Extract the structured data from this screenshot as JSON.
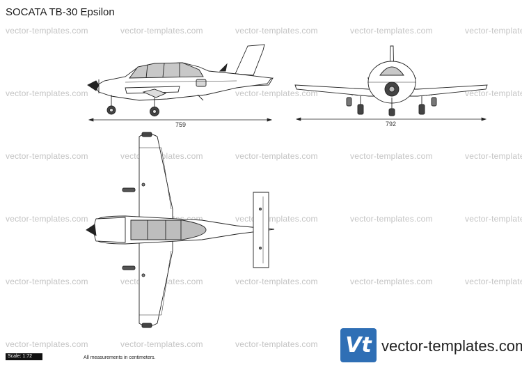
{
  "title": "SOCATA TB-30 Epsilon",
  "watermark_text": "vector-templates.com",
  "dimensions": {
    "side_length": "759",
    "front_span": "792"
  },
  "footer": {
    "scale_label": "Scale: 1:72",
    "measurement_note": "All measurements in centimeters.",
    "logo_letters": "Vt",
    "brand_name": "vector-templates.com"
  },
  "colors": {
    "brand_blue": "#2f6fb5",
    "canopy_gray": "#b8b8b8",
    "watermark_gray": "#c4c4c4"
  }
}
